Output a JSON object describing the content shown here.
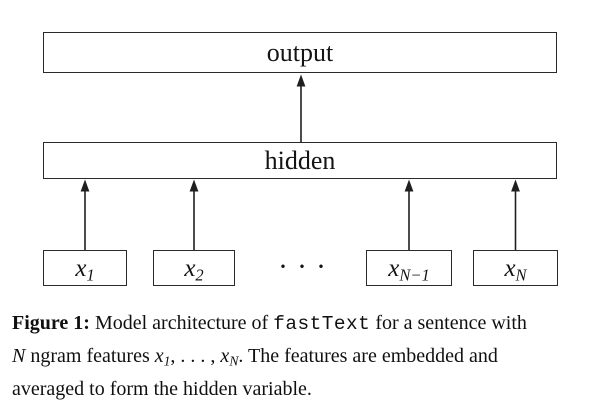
{
  "figure": {
    "colors": {
      "background": "#ffffff",
      "box_border": "#2a2a2a",
      "text": "#141414"
    },
    "diagram": {
      "output_label": "output",
      "hidden_label": "hidden",
      "inputs": [
        {
          "base": "x",
          "sub": "1"
        },
        {
          "base": "x",
          "sub": "2"
        },
        {
          "base": "x",
          "sub": "N−1"
        },
        {
          "base": "x",
          "sub": "N"
        }
      ],
      "ellipsis": "···"
    },
    "caption": {
      "line1": {
        "label": "Figure 1:",
        "text1": " Model architecture of ",
        "code": "fastText",
        "text2": " for a sentence with"
      },
      "line2": {
        "math_n": "N",
        "text1": " ngram features ",
        "x1_base": "x",
        "x1_sub": "1",
        "dots": ", . . . , ",
        "xn_base": "x",
        "xn_sub": "N",
        "text2": ". The features are embedded and"
      },
      "line3": {
        "text": "averaged to form the hidden variable."
      }
    }
  }
}
